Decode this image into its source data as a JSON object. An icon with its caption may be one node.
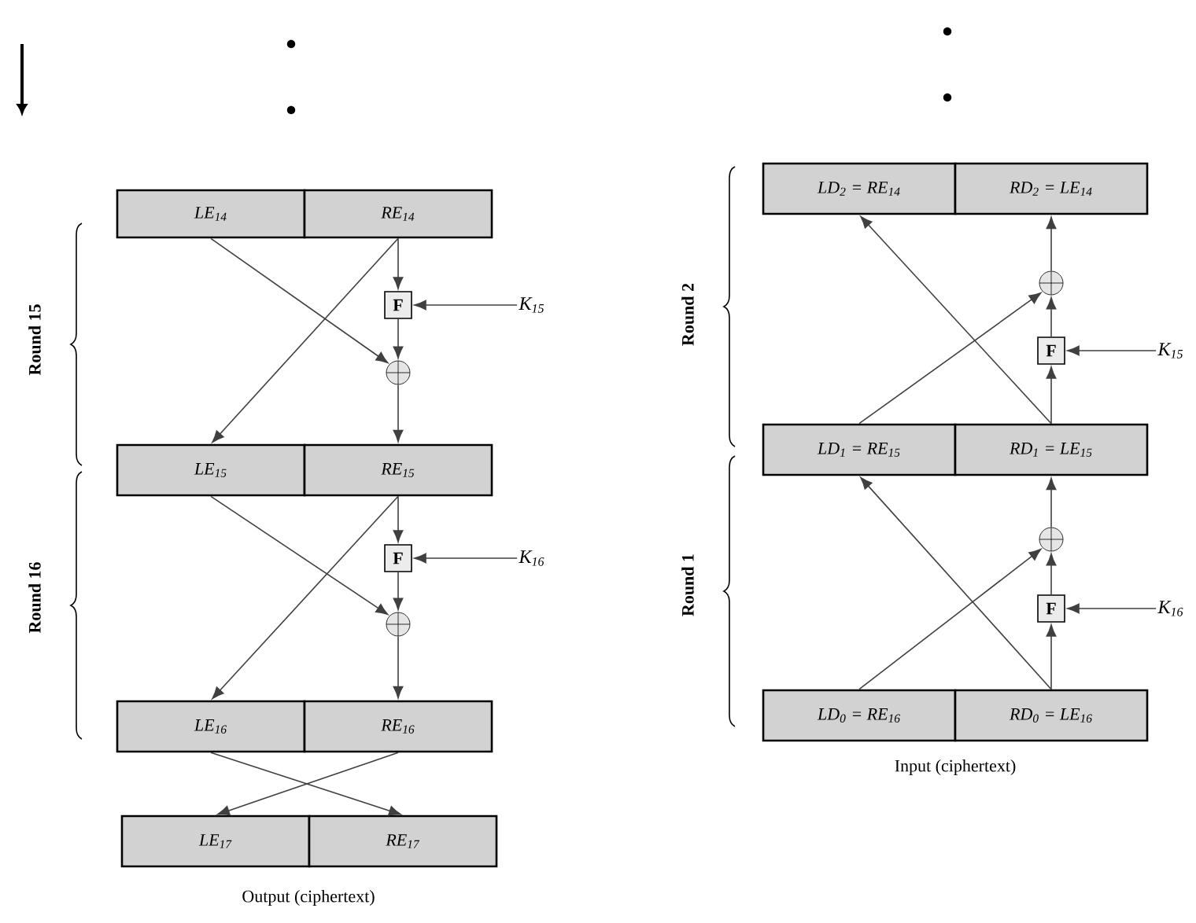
{
  "diagram": {
    "nodes": [
      {
        "text": [
          "LE$_{14}$"
        ]
      },
      {
        "text": [
          "RE$_{14}$"
        ]
      },
      {
        "text": [
          "F"
        ]
      },
      {
        "text": [
          "K$_{15}$"
        ]
      },
      {
        "text": [],
        "shape": "circle"
      },
      {
        "text": [
          "LE$_{15}$"
        ]
      },
      {
        "text": [
          "RE$_{15}$"
        ]
      },
      {
        "text": [
          "F"
        ]
      },
      {
        "text": [
          "K$_{16}$"
        ]
      },
      {
        "text": [],
        "shape": "circle"
      },
      {
        "text": [
          "LE$_{16}$"
        ]
      },
      {
        "text": [
          "RE$_{16}$"
        ]
      },
      {
        "text": [
          "LE$_{17}$"
        ]
      },
      {
        "text": [
          "RE$_{17}$"
        ]
      },
      {
        "text": [
          "LD$_{2}$ = RE$_{14}$"
        ]
      },
      {
        "text": [
          "RD$_{2}$ = LE$_{14}$"
        ]
      },
      {
        "text": [],
        "shape": "circle"
      },
      {
        "text": [
          "F"
        ]
      },
      {
        "text": [
          "K$_{15}$"
        ]
      },
      {
        "text": [
          "LD$_{1}$ = RE$_{15}$"
        ]
      },
      {
        "text": [
          "RD$_{1}$ = LE$_{15}$"
        ]
      },
      {
        "text": [],
        "shape": "circle"
      },
      {
        "text": [
          "F"
        ]
      },
      {
        "text": [
          "K$_{16}$"
        ]
      },
      {
        "text": [
          "LD$_{0}$ = RE$_{16}$"
        ]
      },
      {
        "text": [
          "RD$_{0}$ = LE$_{16}$"
        ]
      }
    ],
    "edges": [
      {
        "from": 1,
        "to": 2,
        "arrow": "to"
      },
      {
        "from": 3,
        "to": 2,
        "arrow": "to"
      },
      {
        "from": 2,
        "to": 4,
        "arrow": "to"
      },
      {
        "from": 0,
        "to": 4,
        "arrow": "to"
      },
      {
        "from": 4,
        "to": 6,
        "arrow": "to"
      },
      {
        "from": 1,
        "to": 5,
        "arrow": "to"
      },
      {
        "from": 6,
        "to": 7,
        "arrow": "to"
      },
      {
        "from": 8,
        "to": 7,
        "arrow": "to"
      },
      {
        "from": 7,
        "to": 9,
        "arrow": "to"
      },
      {
        "from": 5,
        "to": 9,
        "arrow": "to"
      },
      {
        "from": 9,
        "to": 11,
        "arrow": "to"
      },
      {
        "from": 6,
        "to": 10,
        "arrow": "to"
      },
      {
        "from": 10,
        "to": 13,
        "arrow": "to"
      },
      {
        "from": 11,
        "to": 12,
        "arrow": "to"
      },
      {
        "from": 25,
        "to": 22,
        "arrow": "to"
      },
      {
        "from": 23,
        "to": 22,
        "arrow": "to"
      },
      {
        "from": 22,
        "to": 21,
        "arrow": "to"
      },
      {
        "from": 24,
        "to": 21,
        "arrow": "to"
      },
      {
        "from": 21,
        "to": 20,
        "arrow": "to"
      },
      {
        "from": 25,
        "to": 19,
        "arrow": "to"
      },
      {
        "from": 20,
        "to": 17,
        "arrow": "to"
      },
      {
        "from": 18,
        "to": 17,
        "arrow": "to"
      },
      {
        "from": 17,
        "to": 16,
        "arrow": "to"
      },
      {
        "from": 19,
        "to": 16,
        "arrow": "to"
      },
      {
        "from": 16,
        "to": 15,
        "arrow": "to"
      },
      {
        "from": 20,
        "to": 14,
        "arrow": "to"
      }
    ],
    "labels": [
      "Round 15",
      "Round 16",
      "Output (ciphertext)",
      "Round 2",
      "Round 1",
      "Input (ciphertext)"
    ]
  }
}
